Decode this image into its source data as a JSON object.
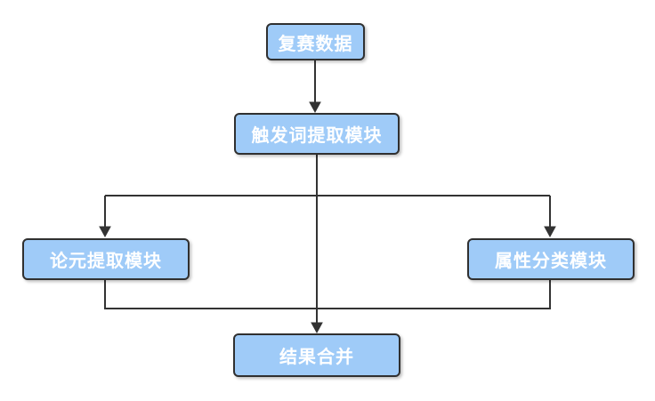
{
  "diagram": {
    "title": "event-extraction-pipeline-flowchart",
    "nodes": [
      {
        "id": "input-data",
        "label": "复赛数据"
      },
      {
        "id": "trigger-extraction",
        "label": "触发词提取模块"
      },
      {
        "id": "argument-extraction",
        "label": "论元提取模块"
      },
      {
        "id": "attribute-classifier",
        "label": "属性分类模块"
      },
      {
        "id": "result-merge",
        "label": "结果合并"
      }
    ],
    "edges": [
      {
        "from": "input-data",
        "to": "trigger-extraction",
        "arrow": true
      },
      {
        "from": "trigger-extraction",
        "to": "argument-extraction",
        "arrow": true
      },
      {
        "from": "trigger-extraction",
        "to": "attribute-classifier",
        "arrow": true
      },
      {
        "from": "trigger-extraction",
        "to": "result-merge",
        "arrow": true
      },
      {
        "from": "argument-extraction",
        "to": "result-merge",
        "arrow": false
      },
      {
        "from": "attribute-classifier",
        "to": "result-merge",
        "arrow": false
      }
    ]
  },
  "colors": {
    "canvas_bg": "#ffffff",
    "node_fill": "#9FCBF8",
    "node_border": "#303030",
    "node_text": "#ffffff",
    "connector": "#333333"
  }
}
